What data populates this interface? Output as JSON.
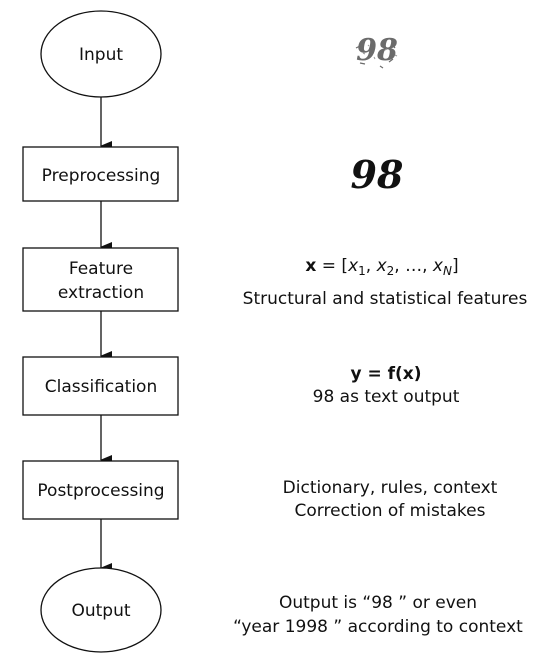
{
  "nodes": [
    {
      "key": "input",
      "label": "Input",
      "shape": "ellipse"
    },
    {
      "key": "preprocessing",
      "label": "Preprocessing",
      "shape": "rect"
    },
    {
      "key": "feature-extraction",
      "label_lines": [
        "Feature",
        "extraction"
      ],
      "shape": "rect"
    },
    {
      "key": "classification",
      "label": "Classification",
      "shape": "rect"
    },
    {
      "key": "postprocessing",
      "label": "Postprocessing",
      "shape": "rect"
    },
    {
      "key": "output",
      "label": "Output",
      "shape": "ellipse"
    }
  ],
  "annotations": {
    "input_image_text": "98",
    "preprocessed_text": "98",
    "feature_vector": {
      "bold_var": "x",
      "equals": " = [",
      "terms": [
        {
          "base": "x",
          "sub": "1"
        },
        {
          "base": "x",
          "sub": "2"
        },
        {
          "dots": "…"
        },
        {
          "base": "x",
          "sub": "N"
        }
      ],
      "close": "]"
    },
    "feature_caption": "Structural and statistical features",
    "classification_formula": "y = f(x)",
    "classification_caption": "98 as text output",
    "post_line1": "Dictionary, rules, context",
    "post_line2": "Correction of mistakes",
    "output_line1": "Output is “98 ” or even",
    "output_line2": "“year 1998 ” according to context"
  },
  "colors": {
    "stroke": "#111111",
    "scribble": "#6b6b6b"
  }
}
